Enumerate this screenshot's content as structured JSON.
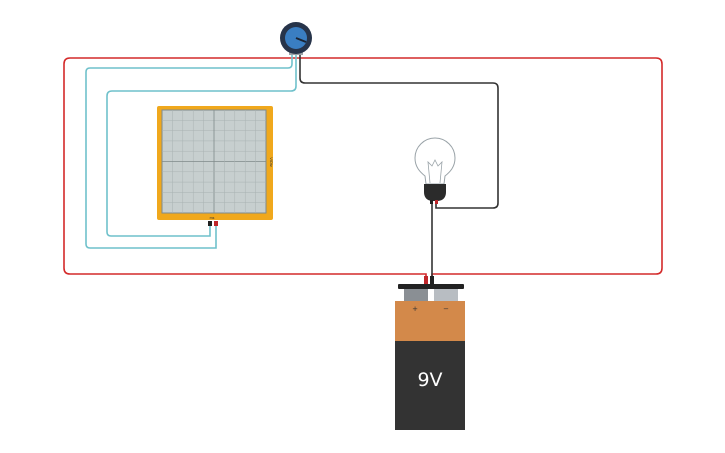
{
  "canvas": {
    "name": "circuit-workspace"
  },
  "oscilloscope": {
    "label_right": "V/Div",
    "label_bottom": "ms"
  },
  "battery": {
    "voltage_label": "9V",
    "positive_label": "+",
    "negative_label": "−"
  },
  "colors": {
    "wire_red": "#d42a2a",
    "wire_black": "#333333",
    "wire_teal": "#6fc1cb",
    "scope_frame": "#f0a81c",
    "scope_screen": "#c7cfcf",
    "battery_top": "#d3894a",
    "battery_body": "#333333",
    "pot_knob": "#3a7ec2"
  }
}
